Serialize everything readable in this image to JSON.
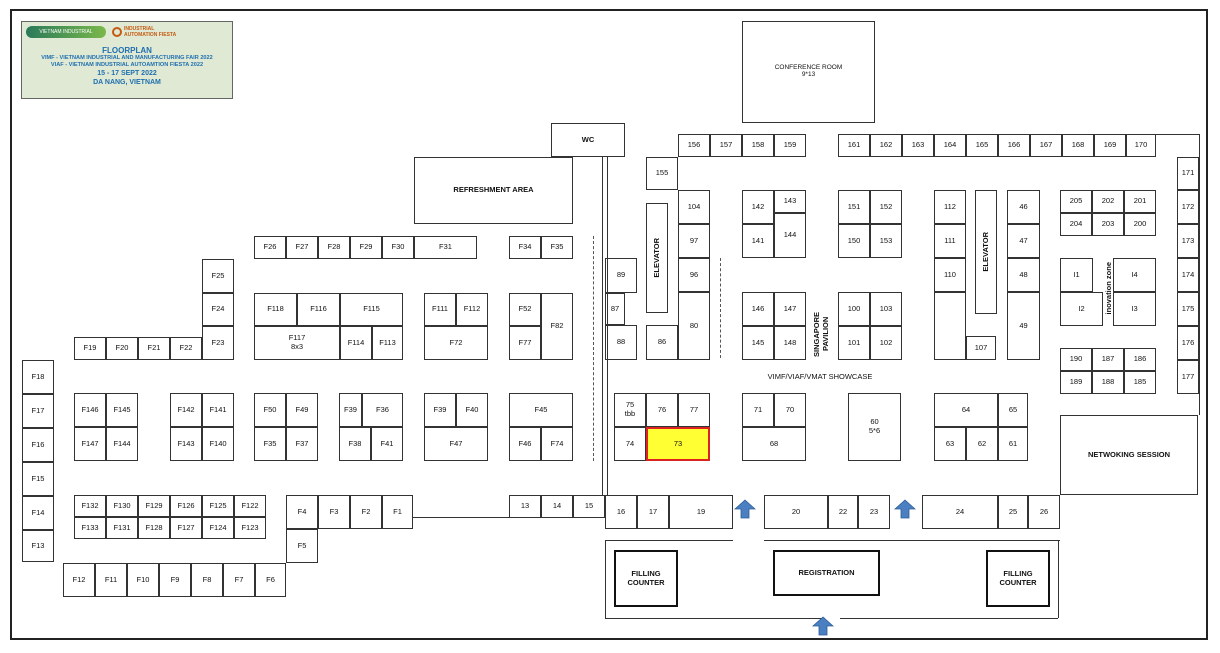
{
  "header": {
    "logo1_text": "VIETNAM INDUSTRIAL MANUFACTURING FAIR",
    "logo2_text": "INDUSTRIAL AUTOMATION FIESTA",
    "title": "FLOORPLAN",
    "line1": "VIMF - VIETNAM INDUSTRIAL AND MANUFACTURING FAIR 2022",
    "line2": "VIAF - VIETNAM INDUSTRIAL AUTOAMTION FIESTA 2022",
    "dates": "15 - 17 SEPT 2022",
    "location": "DA NANG, VIETNAM"
  },
  "labels": {
    "conference": "CONFERENCE ROOM\n9*13",
    "wc": "WC",
    "refreshment": "REFRESHMENT AREA",
    "elevator": "ELEVATOR",
    "singapore": "SINGAPORE PAVILION",
    "innovation": "inovation zone",
    "showcase": "VIMF/VIAF/VMAT SHOWCASE",
    "networking": "NETWOKING SESSION",
    "registration": "REGISTRATION",
    "filling": "FILLING\nCOUNTER",
    "f117": "F117\n8x3",
    "b60": "60\n5*6",
    "b75": "75\ntbb"
  },
  "highlight_booth": "73",
  "highlight_color": "#ffff33",
  "highlight_border": "#dd2222",
  "arrow_color": "#4a7fc1",
  "booths": [
    "156",
    "157",
    "158",
    "159",
    "161",
    "162",
    "163",
    "164",
    "165",
    "166",
    "167",
    "168",
    "169",
    "170",
    "171",
    "155",
    "104",
    "142",
    "143",
    "151",
    "152",
    "112",
    "46",
    "205",
    "202",
    "201",
    "172",
    "97",
    "141",
    "144",
    "150",
    "153",
    "111",
    "47",
    "204",
    "203",
    "200",
    "173",
    "89",
    "96",
    "110",
    "48",
    "I1",
    "I4",
    "174",
    "87",
    "80",
    "146",
    "147",
    "100",
    "103",
    "49",
    "I2",
    "I3",
    "175",
    "88",
    "86",
    "145",
    "148",
    "101",
    "102",
    "107",
    "176",
    "190",
    "187",
    "186",
    "189",
    "188",
    "185",
    "177",
    "76",
    "77",
    "71",
    "70",
    "64",
    "65",
    "74",
    "73",
    "68",
    "63",
    "62",
    "61",
    "13",
    "14",
    "15",
    "16",
    "17",
    "19",
    "20",
    "22",
    "23",
    "24",
    "25",
    "26",
    "F26",
    "F27",
    "F28",
    "F29",
    "F30",
    "F31",
    "F34",
    "F35",
    "F25",
    "F24",
    "F23",
    "F118",
    "F116",
    "F115",
    "F111",
    "F112",
    "F52",
    "F82",
    "F114",
    "F113",
    "F72",
    "F77",
    "F19",
    "F20",
    "F21",
    "F22",
    "F18",
    "F17",
    "F16",
    "F15",
    "F14",
    "F13",
    "F146",
    "F145",
    "F142",
    "F141",
    "F50",
    "F49",
    "F39",
    "F36",
    "F39",
    "F40",
    "F45",
    "F147",
    "F144",
    "F143",
    "F140",
    "F35",
    "F37",
    "F38",
    "F41",
    "F47",
    "F46",
    "F74",
    "F132",
    "F130",
    "F129",
    "F126",
    "F125",
    "F122",
    "F133",
    "F131",
    "F128",
    "F127",
    "F124",
    "F123",
    "F4",
    "F3",
    "F2",
    "F1",
    "F5",
    "F12",
    "F11",
    "F10",
    "F9",
    "F8",
    "F7",
    "F6"
  ]
}
